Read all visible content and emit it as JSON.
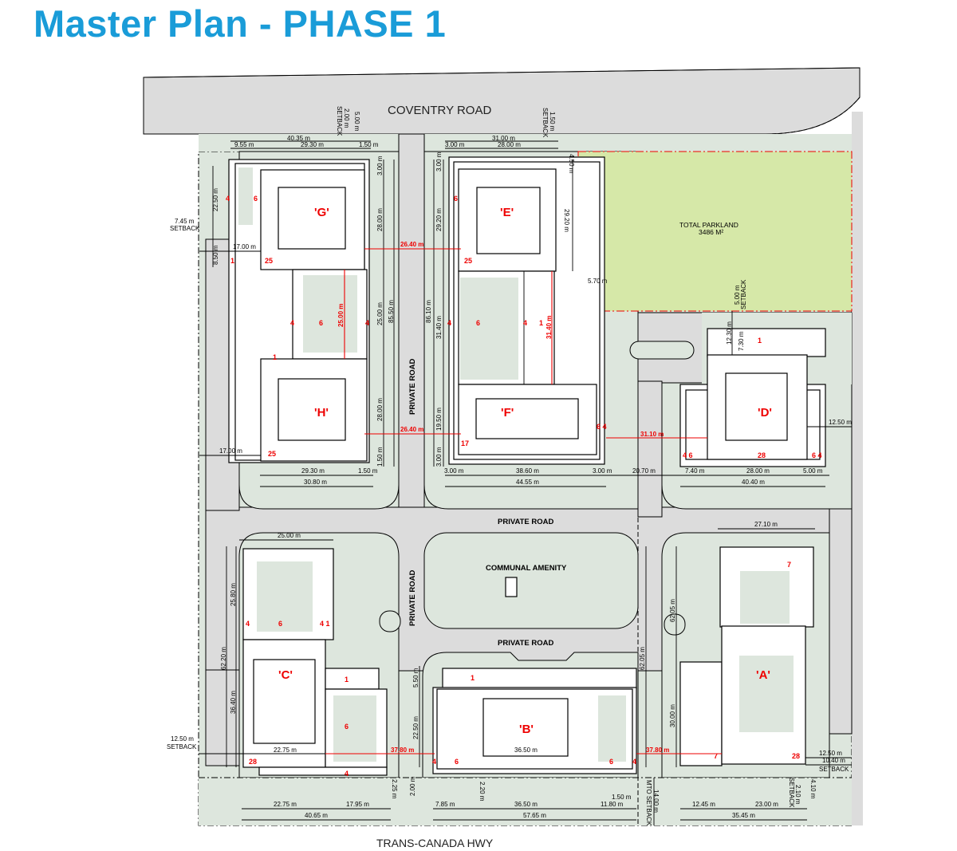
{
  "title": "Master Plan - PHASE 1",
  "roads": {
    "coventry": "COVENTRY ROAD",
    "highway": "TRANS-CANADA HWY",
    "private_road": "PRIVATE ROAD"
  },
  "amenity": "COMMUNAL AMENITY",
  "park": {
    "label": "TOTAL PARKLAND",
    "area": "3486 M²"
  },
  "colors": {
    "title": "#1a9cd8",
    "park": "#d6e8a8",
    "lot": "#dde6dd",
    "road": "#dcdcdc",
    "markup": "#e00000"
  },
  "buildings": [
    "'G'",
    "'E'",
    "'H'",
    "'F'",
    "'D'",
    "'C'",
    "'B'",
    "'A'"
  ],
  "setback": "SETBACK",
  "mto_setback": "MTO SETBACK",
  "dims": [
    "40.35 m",
    "9.55 m",
    "29.30 m",
    "1.50 m",
    "31.00 m",
    "3.00 m",
    "28.00 m",
    "2.00 m",
    "5.00 m",
    "1.50 m",
    "4.50 m",
    "22.50 m",
    "7.45 m",
    "17.00 m",
    "8.50 m",
    "3.00 m",
    "28.00 m",
    "25.00 m",
    "85.50 m",
    "28.00 m",
    "1.50 m",
    "3.00 m",
    "29.20 m",
    "86.10 m",
    "31.40 m",
    "19.50 m",
    "3.00 m",
    "29.20 m",
    "5.70 m",
    "5.00 m",
    "12.30 m",
    "7.30 m",
    "12.50 m",
    "17.00 m",
    "29.30 m",
    "1.50 m",
    "30.80 m",
    "3.00 m",
    "38.60 m",
    "3.00 m",
    "44.55 m",
    "20.70 m",
    "7.40 m",
    "28.00 m",
    "5.00 m",
    "40.40 m",
    "25.00 m",
    "27.10 m",
    "25.80 m",
    "62.20 m",
    "36.40 m",
    "62.05 m",
    "62.05 m",
    "5.50 m",
    "22.50 m",
    "30.00 m",
    "12.50 m",
    "22.75 m",
    "36.50 m",
    "12.50 m",
    "10.40 m",
    "2.25 m",
    "2.00 m",
    "2.20 m",
    "14.00 m",
    "2.10 m",
    "4.10 m",
    "22.75 m",
    "17.95 m",
    "40.65 m",
    "7.85 m",
    "36.50 m",
    "1.50 m",
    "11.80 m",
    "57.65 m",
    "12.45 m",
    "23.00 m",
    "35.45 m"
  ],
  "red_dims": [
    "26.40 m",
    "25.00 m",
    "31.40 m",
    "26.40 m",
    "31.10 m",
    "37.80 m",
    "37.80 m"
  ],
  "unit_counts": [
    "4",
    "6",
    "1",
    "25",
    "4",
    "6",
    "4",
    "1",
    "25",
    "6",
    "25",
    "4",
    "6",
    "4",
    "1",
    "17",
    "6 4",
    "1",
    "4 6",
    "28",
    "6 4",
    "4",
    "6",
    "4 1",
    "1",
    "6",
    "28",
    "4",
    "1",
    "4",
    "6",
    "6",
    "4",
    "7",
    "7",
    "28"
  ]
}
